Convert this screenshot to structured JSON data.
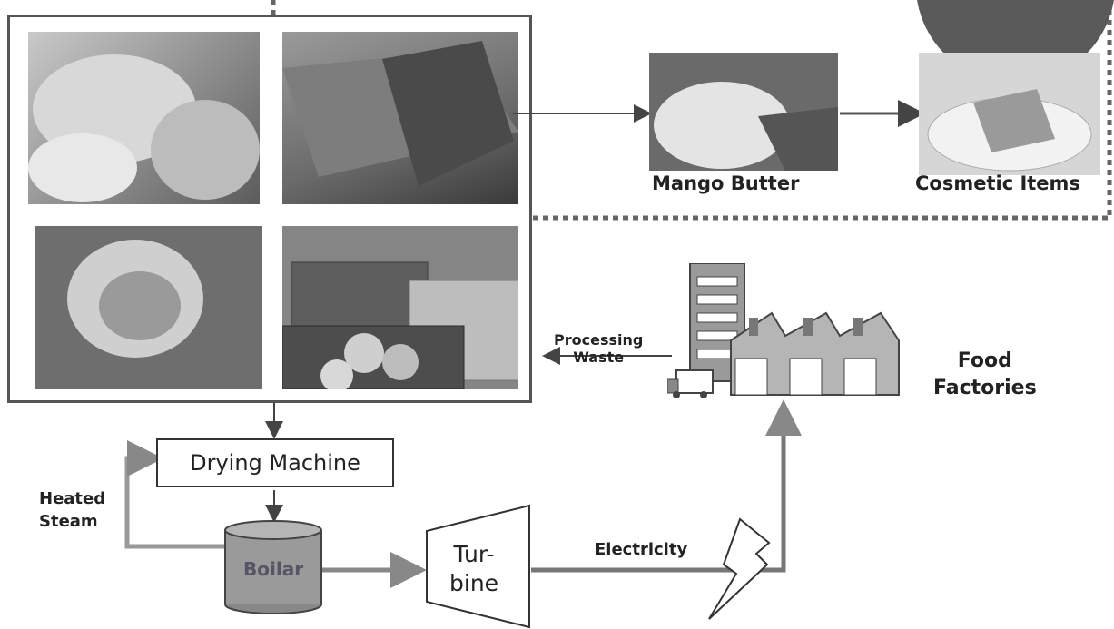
{
  "products": {
    "mango_butter": "Mango Butter",
    "cosmetic_items": "Cosmetic Items"
  },
  "factory": {
    "label_line1": "Food",
    "label_line2": "Factories",
    "waste_line1": "Processing",
    "waste_line2": "Waste"
  },
  "process": {
    "drying_machine": "Drying Machine",
    "boiler": "Boilar",
    "turbine_line1": "Tur-",
    "turbine_line2": "bine",
    "heated_line1": "Heated",
    "heated_line2": "Steam",
    "electricity": "Electricity"
  },
  "colors": {
    "arrow_dark": "#555555",
    "arrow_grey": "#8a8a8a",
    "boiler_fill": "#9a9a9a",
    "dotted_border": "#666666"
  }
}
